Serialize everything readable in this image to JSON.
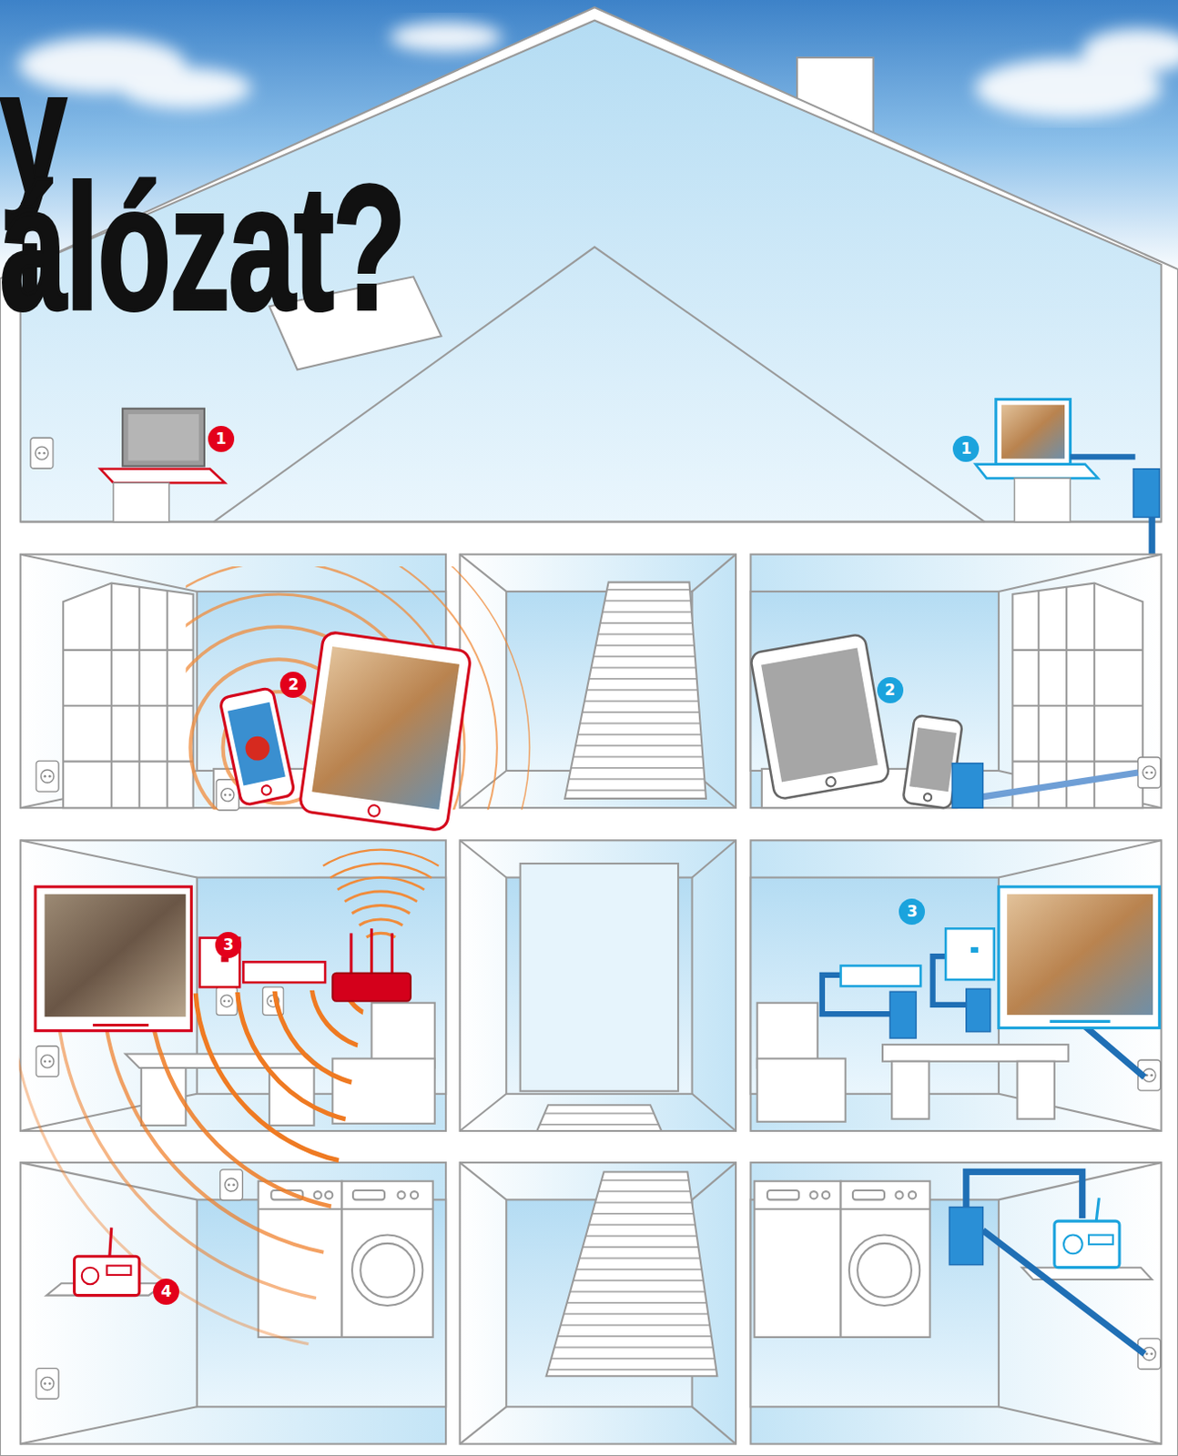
{
  "diagram": {
    "title": "y álózat?",
    "labels": [
      "1",
      "1",
      "2",
      "2",
      "3",
      "3",
      "4"
    ]
  }
}
